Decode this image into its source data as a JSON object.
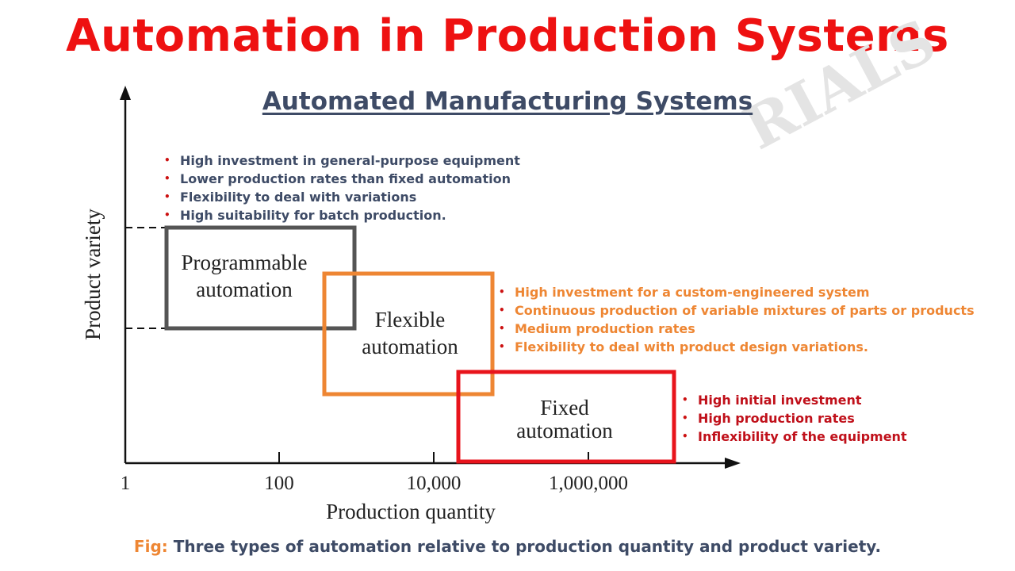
{
  "title": "Automation in Production Systems",
  "subtitle": "Automated Manufacturing Systems",
  "watermark": "RIALS",
  "axes": {
    "ylabel": "Product variety",
    "xlabel": "Production quantity",
    "xticks": [
      "1",
      "100",
      "10,000",
      "1,000,000"
    ]
  },
  "regions": {
    "programmable": {
      "line1": "Programmable",
      "line2": "automation",
      "color": "#555555"
    },
    "flexible": {
      "line1": "Flexible",
      "line2": "automation",
      "color": "#ee8633"
    },
    "fixed": {
      "line1": "Fixed",
      "line2": "automation",
      "color": "#e8141c"
    }
  },
  "bullets": {
    "programmable": [
      "High investment in general-purpose equipment",
      "Lower production rates than fixed automation",
      "Flexibility to deal with variations",
      "High suitability for batch production."
    ],
    "flexible": [
      "High investment for a custom-engineered system",
      "Continuous production of variable mixtures of parts or products",
      "Medium production rates",
      "Flexibility to deal with product design variations."
    ],
    "fixed": [
      "High initial investment",
      "High production rates",
      "Inflexibility of the equipment"
    ]
  },
  "caption": {
    "label": "Fig:",
    "text": "Three types of automation relative to production quantity and product variety."
  },
  "colors": {
    "title": "#ee1111",
    "subtitle": "#3e4b66",
    "programmable_text": "#3e4b66",
    "flexible_text": "#ee8633",
    "fixed_text": "#c0101a"
  }
}
